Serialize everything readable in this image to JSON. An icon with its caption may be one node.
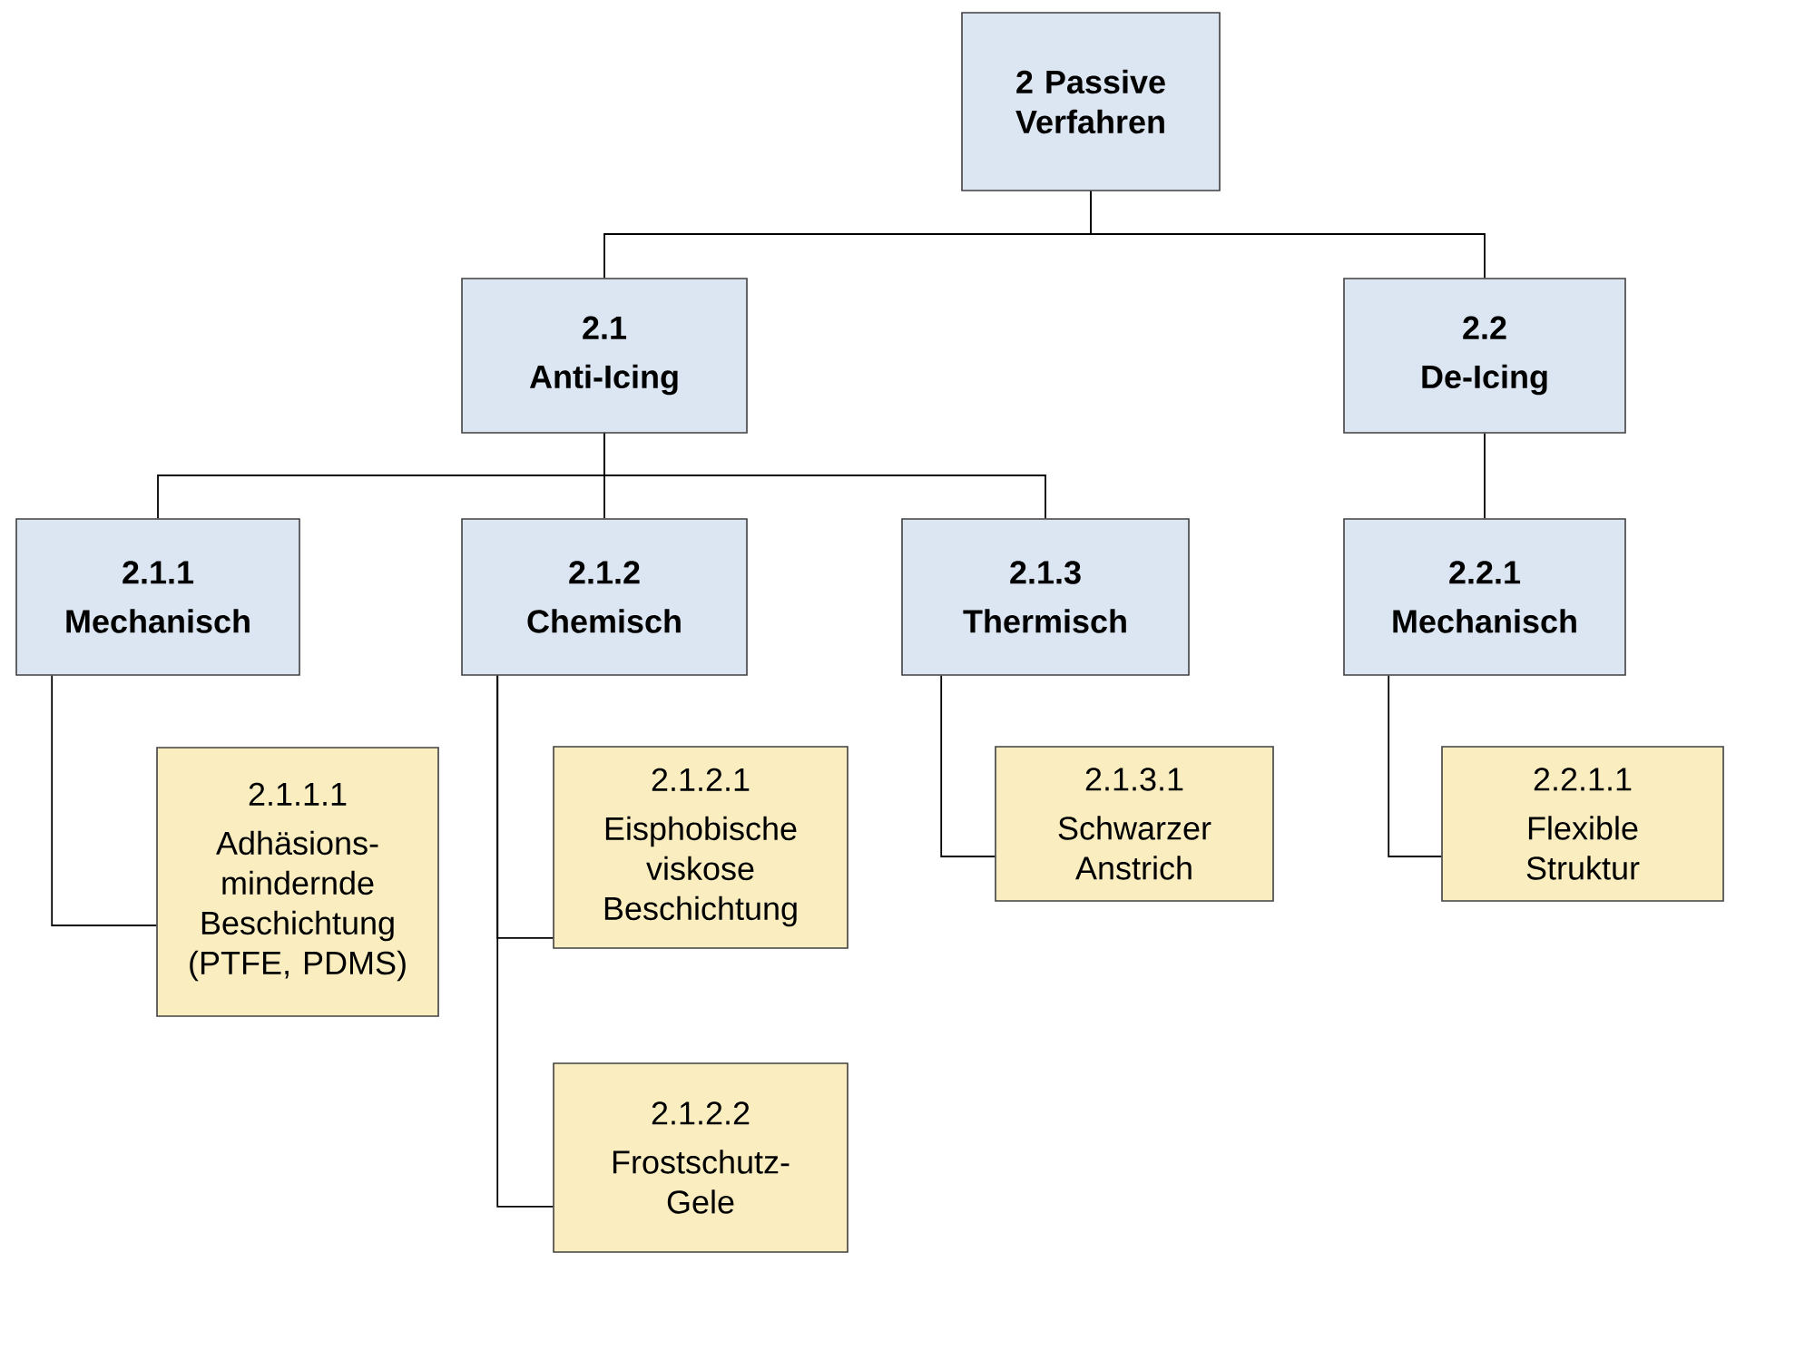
{
  "diagram": {
    "nodes": [
      {
        "text": [
          "2 Passive Verfahren"
        ]
      },
      {
        "text": [
          "2.1",
          "Anti-Icing"
        ]
      },
      {
        "text": [
          "2.2",
          "De-Icing"
        ]
      },
      {
        "text": [
          "2.1.1",
          "Mechanisch"
        ]
      },
      {
        "text": [
          "2.1.2",
          "Chemisch"
        ]
      },
      {
        "text": [
          "2.1.3",
          "Thermisch"
        ]
      },
      {
        "text": [
          "2.2.1",
          "Mechanisch"
        ]
      },
      {
        "text": [
          "2.1.1.1",
          "Adhäsions-mindernde Beschichtung (PTFE, PDMS)"
        ]
      },
      {
        "text": [
          "2.1.2.1",
          "Eisphobische viskose Beschichtung"
        ]
      },
      {
        "text": [
          "2.1.2.2",
          "Frostschutz-Gele"
        ]
      },
      {
        "text": [
          "2.1.3.1",
          "Schwarzer Anstrich"
        ]
      },
      {
        "text": [
          "2.2.1.1",
          "Flexible Struktur"
        ]
      }
    ],
    "edges": [
      {
        "from": 0,
        "to": 1,
        "arrow": "none"
      },
      {
        "from": 0,
        "to": 2,
        "arrow": "none"
      },
      {
        "from": 1,
        "to": 3,
        "arrow": "none"
      },
      {
        "from": 1,
        "to": 4,
        "arrow": "none"
      },
      {
        "from": 1,
        "to": 5,
        "arrow": "none"
      },
      {
        "from": 2,
        "to": 6,
        "arrow": "none"
      },
      {
        "from": 3,
        "to": 7,
        "arrow": "none"
      },
      {
        "from": 4,
        "to": 8,
        "arrow": "none"
      },
      {
        "from": 4,
        "to": 9,
        "arrow": "none"
      },
      {
        "from": 5,
        "to": 10,
        "arrow": "none"
      },
      {
        "from": 6,
        "to": 11,
        "arrow": "none"
      }
    ]
  }
}
